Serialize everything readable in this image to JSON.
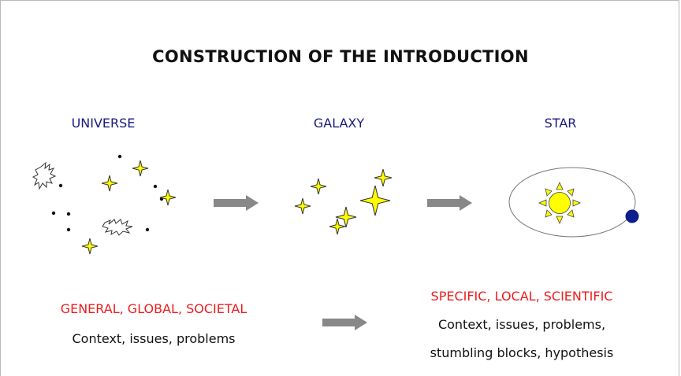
{
  "title": "CONSTRUCTION OF THE INTRODUCTION",
  "columns": {
    "universe": "UNIVERSE",
    "galaxy": "GALAXY",
    "star": "STAR"
  },
  "left_text": {
    "heading": "GENERAL, GLOBAL, SOCIETAL",
    "line1": "Context, issues, problems"
  },
  "right_text": {
    "heading": "SPECIFIC, LOCAL, SCIENTIFIC",
    "line1": "Context, issues, problems,",
    "line2": "stumbling blocks, hypothesis"
  },
  "colors": {
    "heading_blue": "#1a1a80",
    "emphasis_red": "#ee1c1c",
    "arrow_gray": "#888888",
    "star_yellow": "#ffff00",
    "planet_blue": "#0b1e8c"
  }
}
